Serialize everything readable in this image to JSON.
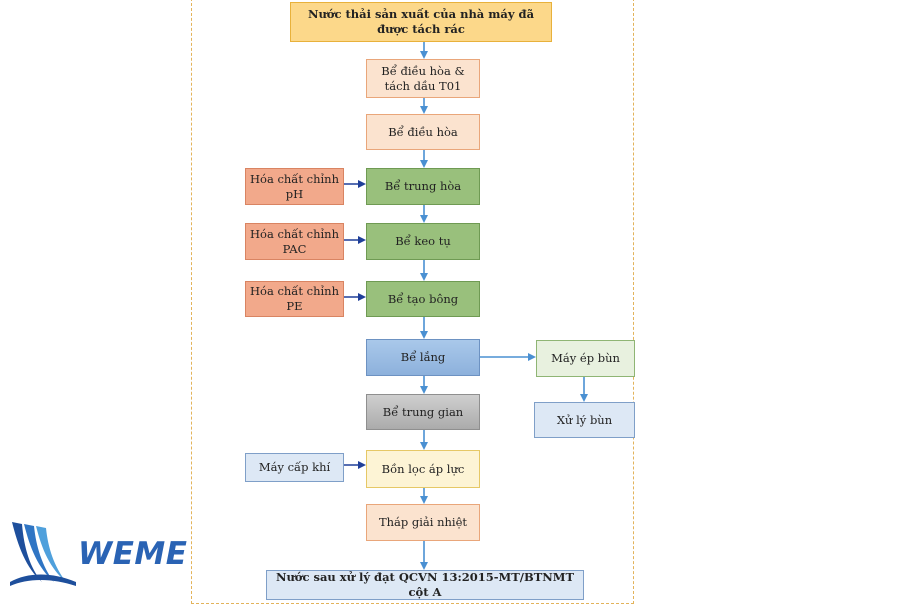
{
  "flowchart": {
    "input": "Nước thải sản xuất của nhà máy đã được tách rác",
    "steps": {
      "equalization_oil": "Bể điều hòa & tách dầu T01",
      "equalization": "Bể điều hòa",
      "neutralization": "Bể trung hòa",
      "coagulation": "Bể keo tụ",
      "flocculation": "Bể tạo bông",
      "settling": "Bể lắng",
      "intermediate": "Bể trung gian",
      "pressure_filter": "Bồn lọc áp lực",
      "cooling_tower": "Tháp giải nhiệt"
    },
    "chemicals": {
      "ph": "Hóa chất chỉnh pH",
      "pac": "Hóa chất chỉnh PAC",
      "pe": "Hóa chất chỉnh PE"
    },
    "air_supply": "Máy cấp khí",
    "sludge": {
      "press": "Máy ép bùn",
      "treatment": "Xử lý bùn"
    },
    "output": "Nước sau xử lý đạt QCVN 13:2015-MT/BTNMT cột A"
  },
  "logo": {
    "text": "WEME"
  },
  "colors": {
    "input_fill": "#fcd88a",
    "peach": "#fbe3cf",
    "green": "#99c07c",
    "chemical": "#f2a98b",
    "blue": "#9fbfe3",
    "grey": "#bcbcbc",
    "yellow": "#fdf4d5",
    "light_blue": "#dde8f5",
    "light_green": "#e8f1df",
    "arrow_blue": "#4a90d2",
    "arrow_dark": "#1f3f99",
    "logo_blue": "#2a63b4"
  }
}
